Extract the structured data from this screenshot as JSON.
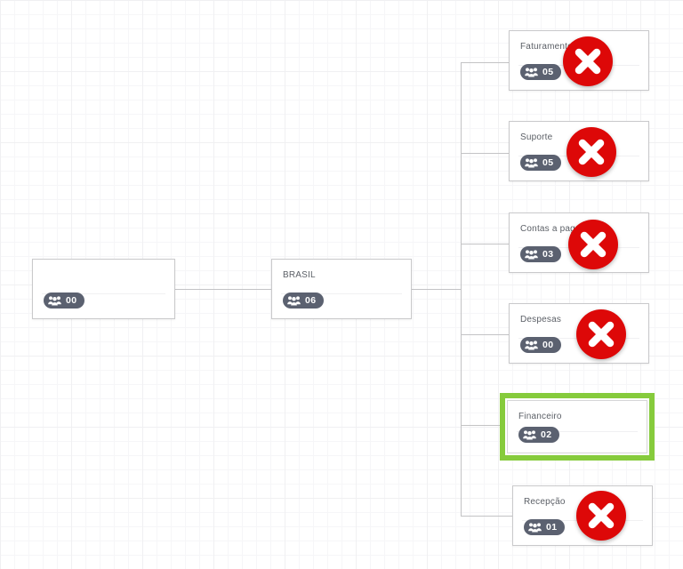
{
  "canvas": {
    "background_color": "#ffffff",
    "grid_color": "#f0f0f2",
    "connector_color": "#c3c3c5"
  },
  "theme": {
    "node_border": "#c9c9cb",
    "badge_background": "#5b6170",
    "badge_text": "#ffffff",
    "title_color": "#5b5f66",
    "selected_outline": "#86cb3c",
    "blocked_marker": "#dd0808"
  },
  "icons": {
    "members": "group-people-icon",
    "blocked": "red-x-circle-icon"
  },
  "chart_data": {
    "type": "diagram",
    "diagram_type": "org-chart",
    "orientation": "left-to-right",
    "title": "",
    "nodes": [
      {
        "id": "root",
        "title": "",
        "count": "00",
        "selected": false,
        "blocked": false,
        "level": 0
      },
      {
        "id": "brasil",
        "title": "BRASIL",
        "count": "06",
        "selected": false,
        "blocked": false,
        "level": 1
      },
      {
        "id": "faturamento",
        "title": "Faturamento",
        "count": "05",
        "selected": false,
        "blocked": true,
        "level": 2
      },
      {
        "id": "suporte",
        "title": "Suporte",
        "count": "05",
        "selected": false,
        "blocked": true,
        "level": 2
      },
      {
        "id": "contas-a-pagar",
        "title": "Contas a pagar",
        "count": "03",
        "selected": false,
        "blocked": true,
        "level": 2
      },
      {
        "id": "despesas",
        "title": "Despesas",
        "count": "00",
        "selected": false,
        "blocked": true,
        "level": 2
      },
      {
        "id": "financeiro",
        "title": "Financeiro",
        "count": "02",
        "selected": true,
        "blocked": false,
        "level": 2
      },
      {
        "id": "recepcao",
        "title": "Recepção",
        "count": "01",
        "selected": false,
        "blocked": true,
        "level": 2
      }
    ],
    "edges": [
      {
        "from": "root",
        "to": "brasil"
      },
      {
        "from": "brasil",
        "to": "faturamento"
      },
      {
        "from": "brasil",
        "to": "suporte"
      },
      {
        "from": "brasil",
        "to": "contas-a-pagar"
      },
      {
        "from": "brasil",
        "to": "despesas"
      },
      {
        "from": "brasil",
        "to": "financeiro"
      },
      {
        "from": "brasil",
        "to": "recepcao"
      }
    ]
  }
}
